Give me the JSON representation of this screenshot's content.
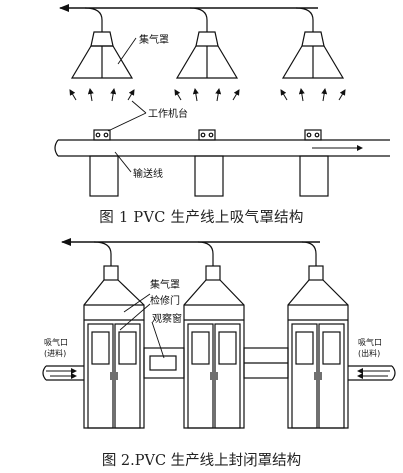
{
  "figure1": {
    "caption": "图 1   PVC 生产线上吸气罩结构",
    "label_hood": "集气罩",
    "label_machine": "工作机台",
    "label_conveyor": "输送线"
  },
  "figure2": {
    "caption": "图 2.PVC 生产线上封闭罩结构",
    "label_hood": "集气罩",
    "label_door": "检修门",
    "label_window": "观察窗",
    "label_inlet_left": [
      "吸气口",
      "(进料)"
    ],
    "label_inlet_right": [
      "吸气口",
      "(出料)"
    ]
  }
}
